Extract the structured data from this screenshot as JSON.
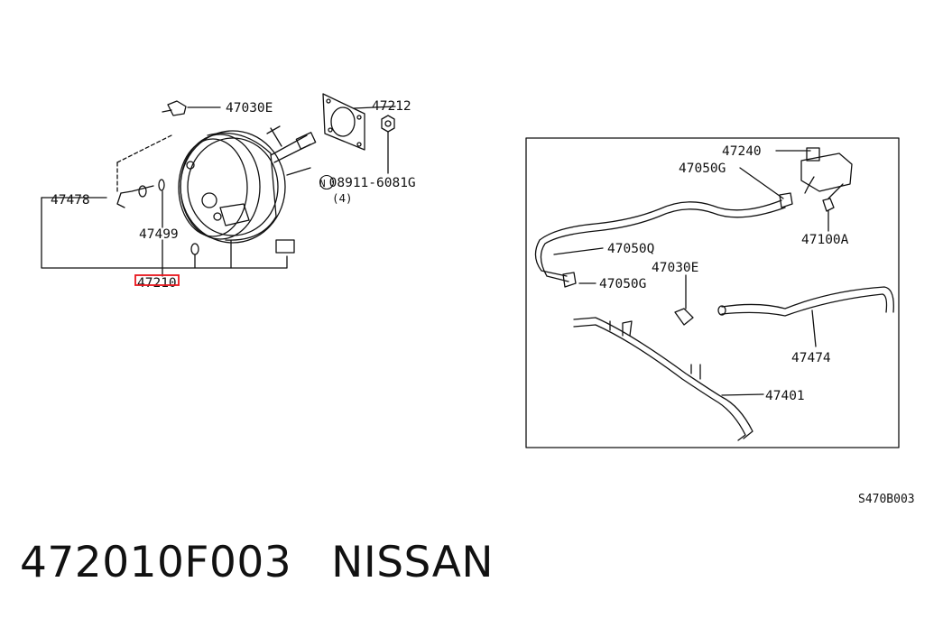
{
  "diagram": {
    "code": "S470B003",
    "callouts": {
      "c47030e_a": "47030E",
      "c47212": "47212",
      "c47478": "47478",
      "c08911": "N08911-6081G",
      "c08911_qty": "(4)",
      "c47499": "47499",
      "c47210": "47210",
      "c47240": "47240",
      "c47050g_a": "47050G",
      "c47100a": "47100A",
      "c47050q": "47050Q",
      "c47030e_b": "47030E",
      "c47050g_b": "47050G",
      "c47474": "47474",
      "c47401": "47401"
    },
    "highlight_color": "#e8141c"
  },
  "footer": {
    "part_number": "472010F003",
    "brand": "NISSAN"
  }
}
